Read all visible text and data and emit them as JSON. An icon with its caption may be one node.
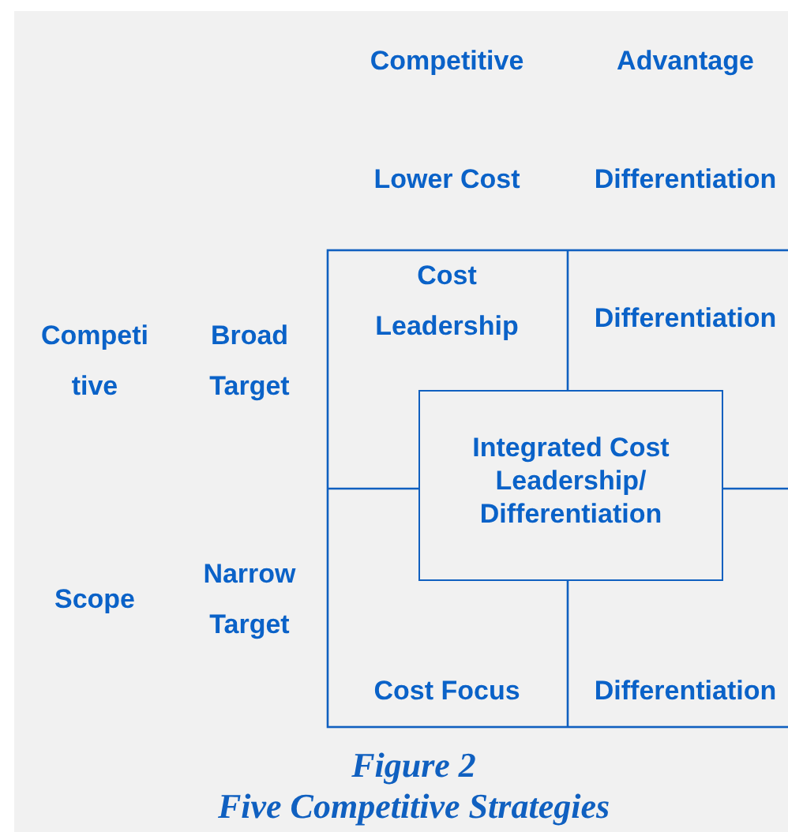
{
  "diagram": {
    "caption": "Figure 2 Five Competitive Strategies",
    "nodes": [
      {
        "text": [
          "Cost Leadership"
        ]
      },
      {
        "text": [
          "Differentiation"
        ]
      },
      {
        "text": [
          "Cost Focus"
        ]
      },
      {
        "text": [
          "Differentiation"
        ]
      },
      {
        "text": [
          "Integrated Cost Leadership/ Differentiation"
        ]
      }
    ],
    "labels": [
      "Competitive",
      "Advantage",
      "Lower Cost",
      "Differentiation",
      "Competi tive",
      "Broad Target",
      "Narrow Target",
      "Scope"
    ]
  }
}
